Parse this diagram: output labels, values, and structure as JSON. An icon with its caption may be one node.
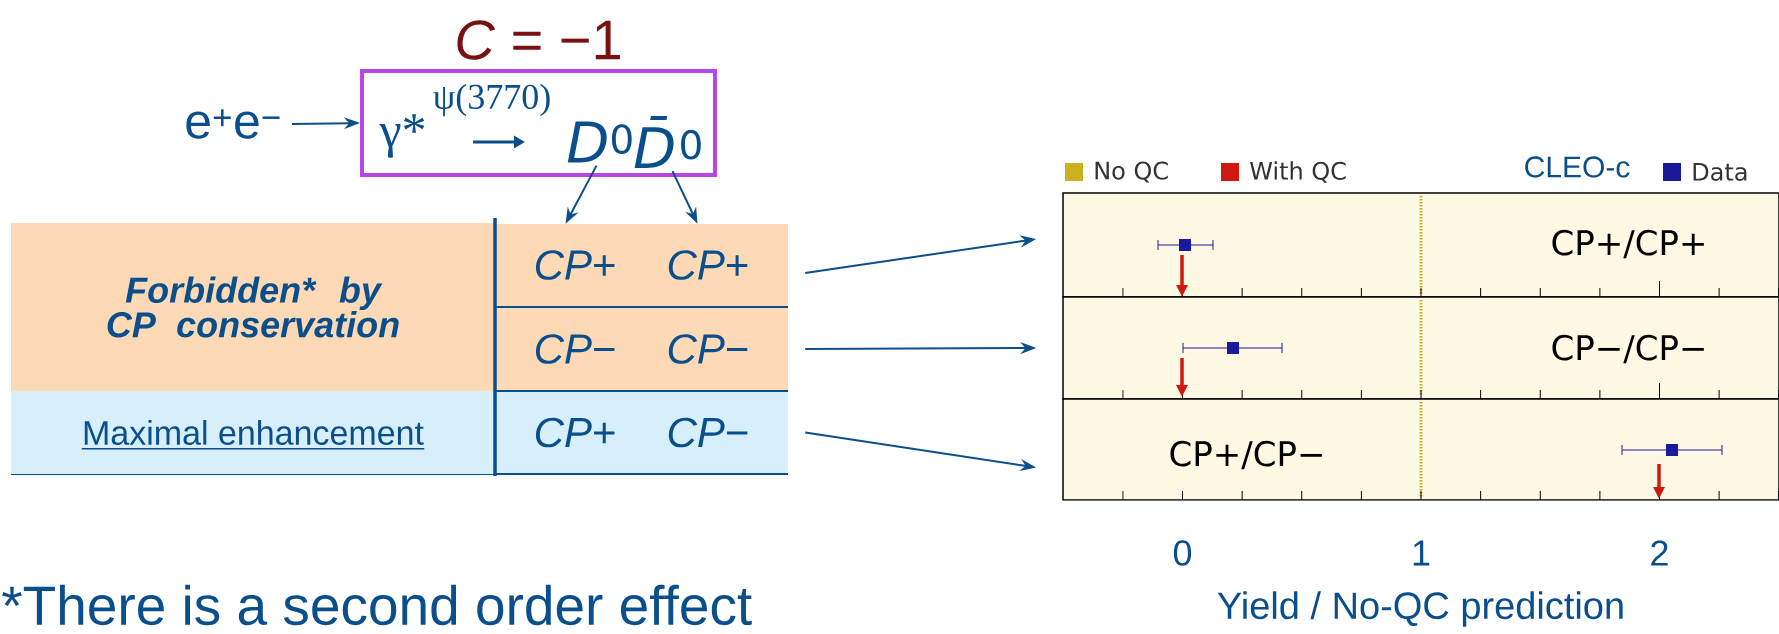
{
  "diagram": {
    "nodes": [
      {
        "text": [
          "e$^{+}$e$^{−}$"
        ]
      },
      {
        "text": [
          "*C* = −1",
          "γ*",
          "ψ(3770)"
        ]
      },
      {
        "text": [
          "*D*$^{0}$"
        ],
        "in": 1
      },
      {
        "text": [
          "*D̄*$^{0}$"
        ],
        "in": 1
      },
      {
        "text": [
          "Forbidden* by CP conservation"
        ]
      },
      {
        "text": [
          "*CP*+",
          "*CP*+"
        ]
      },
      {
        "text": [
          "*CP*−",
          "*CP*−"
        ]
      },
      {
        "text": [
          "Maximal enhancement"
        ]
      },
      {
        "text": [
          "*CP*+",
          "*CP*−"
        ]
      },
      {
        "text": [
          "CP+/CP+"
        ]
      },
      {
        "text": [
          "CP−/CP−"
        ]
      },
      {
        "text": [
          "CP+/CP−"
        ]
      }
    ],
    "edges": [
      {
        "from": 0,
        "to": 1,
        "arrow": "to"
      },
      {
        "from": 2,
        "to": 5,
        "arrow": "to"
      },
      {
        "from": 3,
        "to": 5,
        "arrow": "to"
      },
      {
        "from": 5,
        "to": 9,
        "arrow": "to"
      },
      {
        "from": 6,
        "to": 10,
        "arrow": "to"
      },
      {
        "from": 8,
        "to": 11,
        "arrow": "to"
      }
    ],
    "labels": [
      "CLEO-c",
      "0",
      "1",
      "2",
      "Yield / No-QC prediction",
      "*There is a second order effect"
    ],
    "legend": [
      {
        "text": "No QC",
        "color": "#c9b21e"
      },
      {
        "text": "With QC",
        "color": "#d0180f"
      },
      {
        "text": "Data",
        "color": "#1a1a9a"
      }
    ]
  }
}
